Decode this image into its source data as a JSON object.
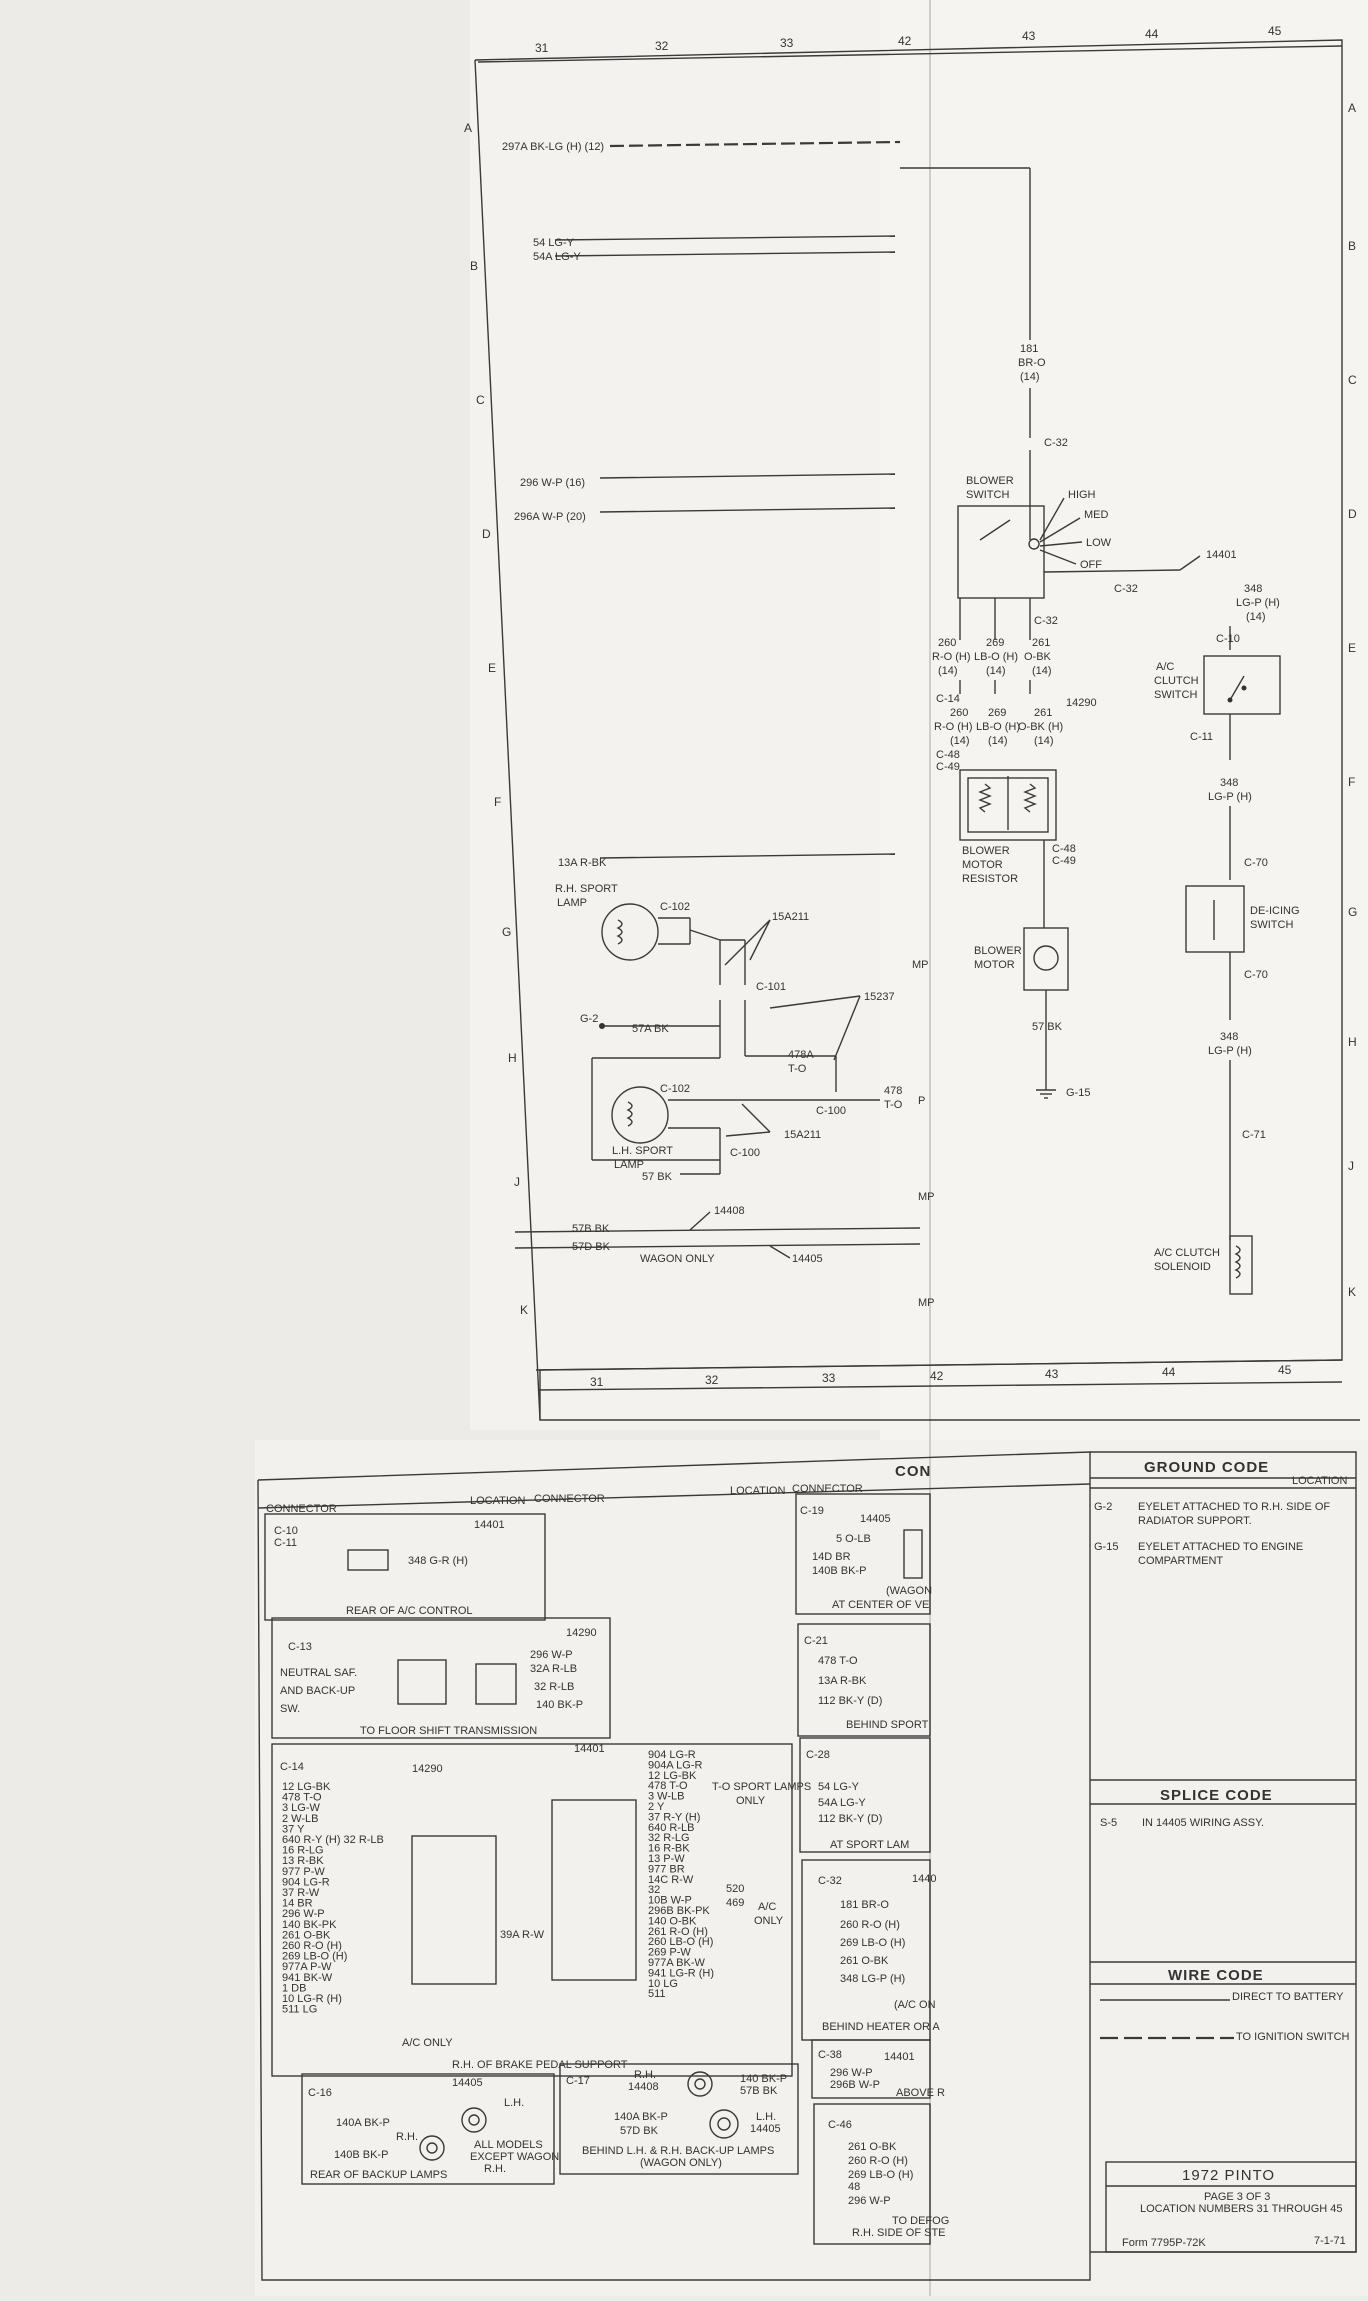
{
  "top_columns": [
    "31",
    "32",
    "33",
    "42",
    "43",
    "44",
    "45"
  ],
  "rows": [
    "A",
    "B",
    "C",
    "D",
    "E",
    "F",
    "G",
    "H",
    "J",
    "K"
  ],
  "wires": {
    "w297a": "297A BK-LG (H) (12)",
    "w54": "54 LG-Y",
    "w54a": "54A LG-Y",
    "w296": "296 W-P (16)",
    "w296a": "296A W-P (20)",
    "w13a": "13A R-BK",
    "w57a": "57A BK",
    "w478a": "478A",
    "w478a_c": "T-O",
    "w478": "478",
    "w478_c": "T-O",
    "w57": "57 BK",
    "w57b": "57B BK",
    "w57d": "57D BK",
    "w181": "181",
    "w181_c": "BR-O",
    "w181_g": "(14)",
    "w348a": "348",
    "w348a_c": "LG-P (H)",
    "w348a_g": "(14)",
    "w348b": "348",
    "w348b_c": "LG-P (H)",
    "w348c": "348",
    "w348c_c": "LG-P (H)",
    "w57bk": "57 BK"
  },
  "labels": {
    "rh_sport_lamp_1": "R.H. SPORT",
    "rh_sport_lamp_2": "LAMP",
    "lh_sport_lamp_1": "L.H. SPORT",
    "lh_sport_lamp_2": "LAMP",
    "wagon_only": "WAGON ONLY",
    "blower_switch_1": "BLOWER",
    "blower_switch_2": "SWITCH",
    "high": "HIGH",
    "med": "MED",
    "low": "LOW",
    "off": "OFF",
    "blower_motor_resistor_1": "BLOWER",
    "blower_motor_resistor_2": "MOTOR",
    "blower_motor_resistor_3": "RESISTOR",
    "blower_motor_1": "BLOWER",
    "blower_motor_2": "MOTOR",
    "ac_clutch_switch_1": "A/C",
    "ac_clutch_switch_2": "CLUTCH",
    "ac_clutch_switch_3": "SWITCH",
    "deicing_switch_1": "DE-ICING",
    "deicing_switch_2": "SWITCH",
    "ac_clutch_solenoid_1": "A/C CLUTCH",
    "ac_clutch_solenoid_2": "SOLENOID",
    "mp": "MP",
    "p": "P"
  },
  "connectors_top": {
    "c102a": "C-102",
    "c101": "C-101",
    "c102b": "C-102",
    "c100a": "C-100",
    "c100b": "C-100",
    "c32a": "C-32",
    "c32b": "C-32",
    "c32c": "C-32",
    "c14": "C-14",
    "c48": "C-48",
    "c49": "C-49",
    "c48b": "C-48",
    "c49b": "C-49",
    "c10": "C-10",
    "c11": "C-11",
    "c70a": "C-70",
    "c70b": "C-70",
    "c71": "C-71"
  },
  "numbers": {
    "n14401": "14401",
    "n15a211a": "15A211",
    "n15237": "15237",
    "n15a211b": "15A211",
    "n14408": "14408",
    "n14405": "14405",
    "n14290": "14290",
    "g2": "G-2",
    "g15": "G-15"
  },
  "switch_wires": {
    "w260": "260",
    "w260_c": "R-O (H)",
    "w260_g": "(14)",
    "w269": "269",
    "w269_c": "LB-O (H)",
    "w269_g": "(14)",
    "w261": "261",
    "w261_c": "O-BK",
    "w261_g": "(14)",
    "w260b": "260",
    "w260b_c": "R-O (H)",
    "w260b_g": "(14)",
    "w269b": "269",
    "w269b_c": "LB-O (H)",
    "w269b_g": "(14)",
    "w261b": "261",
    "w261b_c": "O-BK (H)",
    "w261b_g": "(14)"
  },
  "connector_table": {
    "title": "CON",
    "connector": "CONNECTOR",
    "location": "LOCATION",
    "c10": {
      "id": "C-10",
      "id2": "C-11",
      "part": "14401",
      "wire": "348 G-R (H)",
      "loc": "REAR OF A/C CONTROL"
    },
    "c13": {
      "id": "C-13",
      "part": "14290",
      "side1": "NEUTRAL SAF.",
      "side2": "AND BACK-UP",
      "side3": "SW.",
      "wires": [
        "296 W-P",
        "32A R-LB",
        "32 R-LB",
        "140 BK-P"
      ],
      "loc": "TO FLOOR SHIFT TRANSMISSION"
    },
    "c14": {
      "id": "C-14",
      "part1": "14290",
      "part2": "14401",
      "left": [
        "12 LG-BK",
        "478 T-O",
        "3 LG-W",
        "2 W-LB",
        "37 Y",
        "640 R-Y (H) 32 R-LB",
        "16 R-LG",
        "13 R-BK",
        "977 P-W",
        "904 LG-R",
        "37 R-W",
        "14 BR",
        "296 W-P",
        "140 BK-PK",
        "261 O-BK",
        "260 R-O (H)",
        "269 LB-O (H)",
        "977A P-W",
        "941 BK-W",
        "1 DB",
        "10 LG-R (H)",
        "511 LG"
      ],
      "right": [
        "904 LG-R",
        "904A LG-R",
        "12 LG-BK",
        "478 T-O",
        "3 W-LB",
        "2 Y",
        "37 R-Y (H)",
        "640 R-LB",
        "32 R-LG",
        "16 R-BK",
        "13 P-W",
        "977 BR",
        "14C R-W",
        "32",
        "10B W-P",
        "296B BK-PK",
        "140 O-BK",
        "261 R-O (H)",
        "260 LB-O (H)",
        "269 P-W",
        "977A BK-W",
        "941 LG-R (H)",
        "10 LG",
        "511"
      ],
      "sport": "T-O SPORT LAMPS",
      "sport2": "ONLY",
      "r520": "520",
      "r469": "469",
      "ac": "A/C",
      "ac2": "ONLY",
      "r39a": "39A R-W",
      "aconly": "A/C ONLY",
      "loc": "R.H. OF BRAKE PEDAL SUPPORT"
    },
    "c16": {
      "id": "C-16",
      "part": "14405",
      "w1": "140A BK-P",
      "w2": "140B BK-P",
      "lh": "L.H.",
      "rh": "R.H.",
      "note1": "ALL MODELS",
      "note2": "EXCEPT WAGON",
      "note3": "R.H.",
      "loc": "REAR OF BACKUP LAMPS"
    },
    "c17": {
      "id": "C-17",
      "rh1": "R.H.",
      "rh2": "14408",
      "w1": "140 BK-P",
      "w2": "57B BK",
      "w3": "140A BK-P",
      "w4": "57D BK",
      "lh1": "L.H.",
      "lh2": "14405",
      "loc1": "BEHIND L.H. & R.H. BACK-UP LAMPS",
      "loc2": "(WAGON ONLY)"
    },
    "c19": {
      "id": "C-19",
      "part": "14405",
      "w1": "5 O-LB",
      "w2": "14D BR",
      "w3": "140B BK-P",
      "note": "(WAGON",
      "loc": "AT CENTER OF VE"
    },
    "c21": {
      "id": "C-21",
      "w1": "478 T-O",
      "w2": "13A R-BK",
      "w3": "112 BK-Y (D)",
      "loc": "BEHIND SPORT"
    },
    "c28": {
      "id": "C-28",
      "w1": "54 LG-Y",
      "w2": "54A LG-Y",
      "w3": "112 BK-Y (D)",
      "loc": "AT SPORT LAM"
    },
    "c32": {
      "id": "C-32",
      "part": "1440",
      "w1": "181 BR-O",
      "w2": "260 R-O (H)",
      "w3": "269 LB-O (H)",
      "w4": "261 O-BK",
      "w5": "348 LG-P (H)",
      "note": "(A/C ON",
      "loc": "BEHIND HEATER OR A"
    },
    "c38": {
      "id": "C-38",
      "part": "14401",
      "w1": "296 W-P",
      "w2": "296B W-P",
      "loc": "ABOVE R"
    },
    "c46": {
      "id": "C-46",
      "w1": "261 O-BK",
      "w2": "260 R-O (H)",
      "w3": "269 LB-O (H)",
      "w4": "48",
      "w5": "296 W-P",
      "loc1": "TO DEFOG",
      "loc2": "R.H. SIDE OF STE"
    }
  },
  "ground_code": {
    "title": "GROUND CODE",
    "location": "LOCATION",
    "g2_id": "G-2",
    "g2_text1": "EYELET ATTACHED TO R.H. SIDE OF",
    "g2_text2": "RADIATOR SUPPORT.",
    "g15_id": "G-15",
    "g15_text1": "EYELET ATTACHED TO ENGINE",
    "g15_text2": "COMPARTMENT"
  },
  "splice_code": {
    "title": "SPLICE CODE",
    "s5_id": "S-5",
    "s5_text": "IN 14405 WIRING ASSY."
  },
  "wire_code": {
    "title": "WIRE CODE",
    "direct": "DIRECT TO BATTERY",
    "ignition": "TO IGNITION SWITCH"
  },
  "title_block": {
    "title": "1972 PINTO",
    "page": "PAGE 3 OF 3",
    "locations": "LOCATION NUMBERS 31 THROUGH 45",
    "form": "Form 7795P-72K",
    "date": "7-1-71"
  }
}
